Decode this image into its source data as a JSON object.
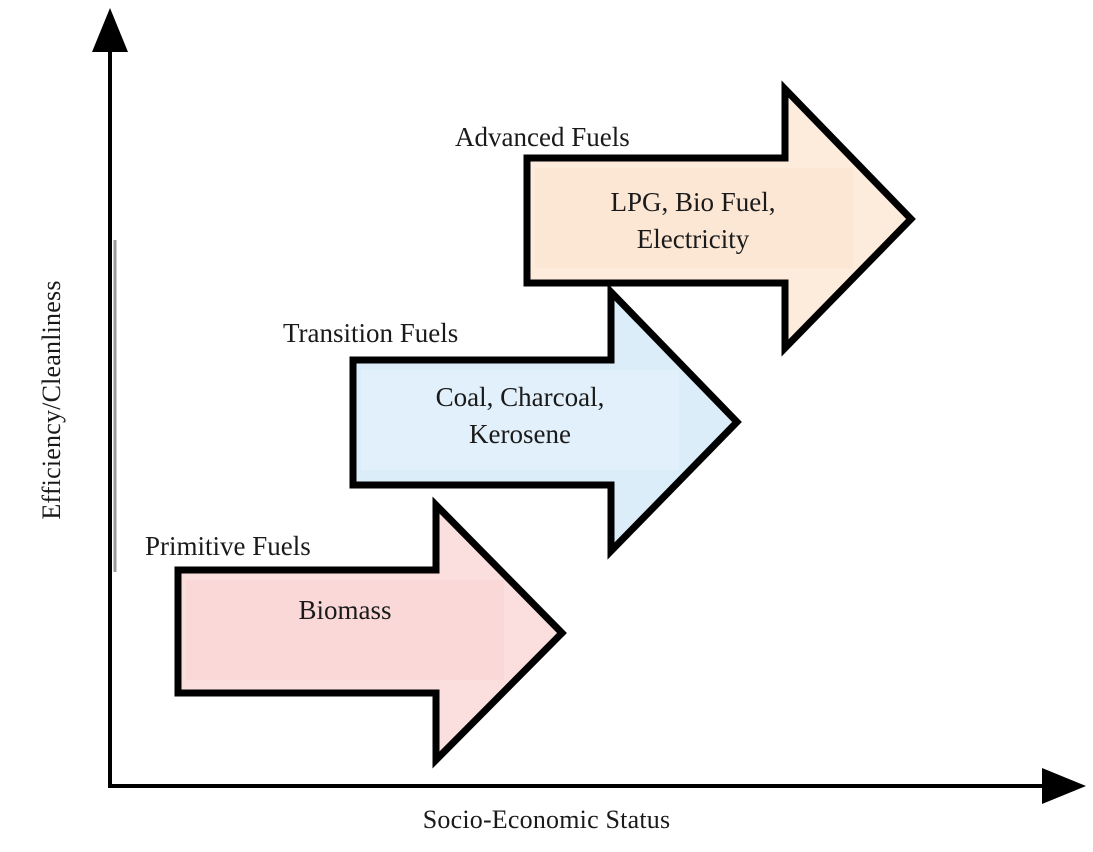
{
  "figure": {
    "kind": "energy-ladder-diagram",
    "background": "#ffffff"
  },
  "axes": {
    "y_label": "Efficiency/Cleanliness",
    "x_label": "Socio-Economic Status",
    "axis_color": "#000000",
    "axis_shadow_color": "#9b9b9b"
  },
  "tiers": [
    {
      "id": "primitive",
      "title": "Primitive Fuels",
      "body": "Biomass",
      "fill": "#FBDEDE",
      "inner_fill": "#F9D3D3",
      "outline": "#000000"
    },
    {
      "id": "transition",
      "title": "Transition Fuels",
      "body": "Coal, Charcoal,\nKerosene",
      "fill": "#DCEDFA",
      "inner_fill": "#E6F2FA",
      "outline": "#000000"
    },
    {
      "id": "advanced",
      "title": "Advanced Fuels",
      "body": "LPG, Bio Fuel,\nElectricity",
      "fill": "#FDEBDC",
      "inner_fill": "#FBE3D0",
      "outline": "#000000"
    }
  ]
}
